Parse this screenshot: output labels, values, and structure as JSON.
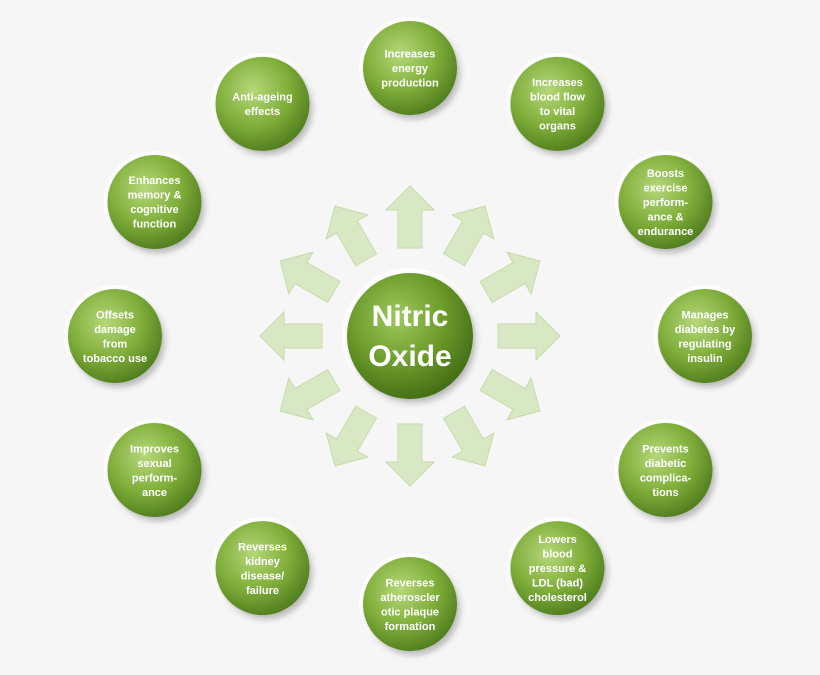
{
  "center": {
    "lines": [
      "Nitric",
      "Oxide"
    ],
    "color": "#6a9a2a"
  },
  "colors": {
    "node_fill": "#7fae3a",
    "node_highlight": "#b6d77a",
    "node_shadow": "#4d7a1c",
    "arrow_fill": "#d9e8c4"
  },
  "benefits": [
    {
      "id": "energy",
      "lines": [
        "Increases",
        "energy",
        "production"
      ]
    },
    {
      "id": "blood-flow",
      "lines": [
        "Increases",
        "blood flow",
        "to vital",
        "organs"
      ]
    },
    {
      "id": "exercise",
      "lines": [
        "Boosts",
        "exercise",
        "perform-",
        "ance &",
        "endurance"
      ]
    },
    {
      "id": "diabetes",
      "lines": [
        "Manages",
        "diabetes by",
        "regulating",
        "insulin"
      ]
    },
    {
      "id": "diabetic-complications",
      "lines": [
        "Prevents",
        "diabetic",
        "complica-",
        "tions"
      ]
    },
    {
      "id": "blood-pressure",
      "lines": [
        "Lowers",
        "blood",
        "pressure &",
        "LDL (bad)",
        "cholesterol"
      ]
    },
    {
      "id": "atherosclerotic",
      "lines": [
        "Reverses",
        "atheroscler",
        "otic plaque",
        "formation"
      ]
    },
    {
      "id": "kidney",
      "lines": [
        "Reverses",
        "kidney",
        "disease/",
        "failure"
      ]
    },
    {
      "id": "sexual",
      "lines": [
        "Improves",
        "sexual",
        "perform-",
        "ance"
      ]
    },
    {
      "id": "tobacco",
      "lines": [
        "Offsets",
        "damage",
        "from",
        "tobacco  use"
      ]
    },
    {
      "id": "memory",
      "lines": [
        "Enhances",
        "memory &",
        "cognitive",
        "function"
      ]
    },
    {
      "id": "anti-ageing",
      "lines": [
        "Anti-ageing",
        "effects"
      ]
    }
  ]
}
